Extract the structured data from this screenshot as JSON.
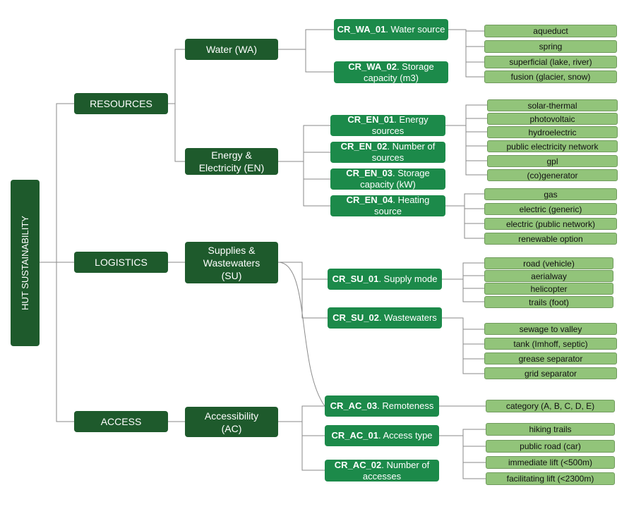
{
  "root": "HUT SUSTAINABILITY",
  "categories": {
    "resources": "RESOURCES",
    "logistics": "LOGISTICS",
    "access": "ACCESS"
  },
  "groups": {
    "wa": "Water (WA)",
    "en": "Energy & Electricity (EN)",
    "su": "Supplies & Wastewaters (SU)",
    "ac": "Accessibility (AC)"
  },
  "criteria": {
    "wa01": {
      "code": "CR_WA_01",
      "text": ". Water source"
    },
    "wa02": {
      "code": "CR_WA_02",
      "text": ". Storage capacity (m3)"
    },
    "en01": {
      "code": "CR_EN_01",
      "text": ". Energy sources"
    },
    "en02": {
      "code": "CR_EN_02",
      "text": ". Number of sources"
    },
    "en03": {
      "code": "CR_EN_03",
      "text": ". Storage capacity (kW)"
    },
    "en04": {
      "code": "CR_EN_04",
      "text": ". Heating source"
    },
    "su01": {
      "code": "CR_SU_01",
      "text": ". Supply mode"
    },
    "su02": {
      "code": "CR_SU_02",
      "text": ". Wastewaters"
    },
    "ac03": {
      "code": "CR_AC_03",
      "text": ". Remoteness"
    },
    "ac01": {
      "code": "CR_AC_01",
      "text": ". Access type"
    },
    "ac02": {
      "code": "CR_AC_02",
      "text": ". Number of accesses"
    }
  },
  "options": {
    "wa01": [
      "aqueduct",
      "spring",
      "superficial (lake, river)",
      "fusion (glacier, snow)"
    ],
    "en01": [
      "solar-thermal",
      "photovoltaic",
      "hydroelectric",
      "public electricity network",
      "gpl",
      "(co)generator"
    ],
    "en04": [
      "gas",
      "electric (generic)",
      "electric (public network)",
      "renewable option"
    ],
    "su01": [
      "road (vehicle)",
      "aerialway",
      "helicopter",
      "trails (foot)"
    ],
    "su02": [
      "sewage to valley",
      "tank (Imhoff, septic)",
      "grease separator",
      "grid separator"
    ],
    "ac03": [
      "category (A, B, C, D, E)"
    ],
    "ac01": [
      "hiking trails",
      "public road (car)",
      "immediate lift (<500m)",
      "facilitating lift (<2300m)"
    ]
  }
}
